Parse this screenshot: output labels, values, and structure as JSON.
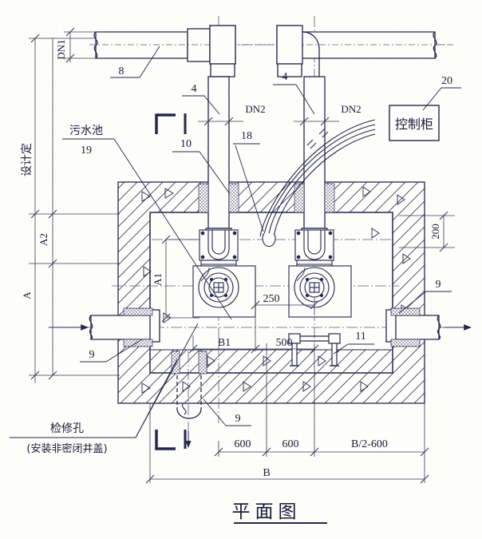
{
  "drawing": {
    "title": "平面图",
    "title_meaning": "Plan View",
    "sheet_background": "#fdfdfa",
    "line_color": "#26264f",
    "dim_color": "#3a3a5c",
    "hatch_color": "#3d3d66"
  },
  "labels": {
    "design_elevation": "设计定",
    "sewage_pit": "污水池",
    "sewage_pit_tag": "19",
    "control_cabinet": "控制柜",
    "control_cabinet_tag": "20",
    "inspection_hole": "检修孔",
    "inspection_hole_note": "(安装非密闭井盖)",
    "tag_8": "8",
    "tag_4_left": "4",
    "tag_4_right": "4",
    "tag_10": "10",
    "tag_18": "18",
    "tag_11": "11",
    "tag_9_left_top": "9",
    "tag_9_left_bottom": "9",
    "tag_9_right": "9",
    "tag_9_center": "9",
    "dn1": "DN1",
    "dn2_left": "DN2",
    "dn2_right": "DN2",
    "section_mark_top": "I",
    "section_mark_bottom": "I"
  },
  "dimensions": {
    "vertical_left_outer": "A",
    "vertical_left_inner": "A2",
    "vertical_pump": "A1",
    "right_200": "200",
    "pump_250": "250",
    "pump_500": "500",
    "pump_b1": "B1",
    "bottom_600_a": "600",
    "bottom_600_b": "600",
    "bottom_b2_600": "B/2-600",
    "bottom_overall": "B"
  }
}
